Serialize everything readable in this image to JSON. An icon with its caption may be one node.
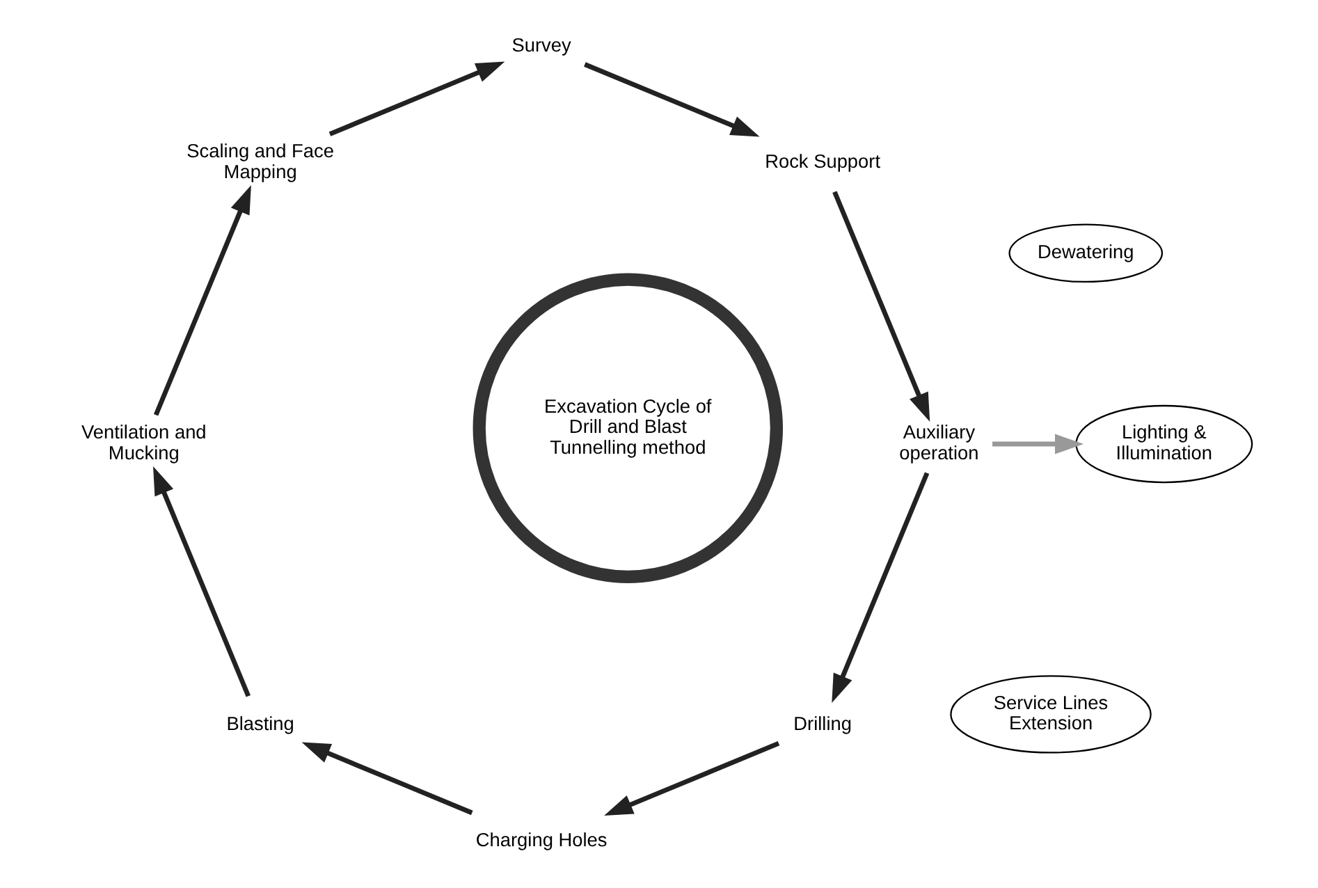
{
  "diagram": {
    "nodes": [
      {
        "text": [
          "Excavation Cycle of Drill and Blast Tunnelling method"
        ]
      },
      {
        "text": [
          "Drilling"
        ]
      },
      {
        "text": [
          "Charging Holes"
        ]
      },
      {
        "text": [
          "Blasting"
        ]
      },
      {
        "text": [
          "Ventilation and Mucking"
        ]
      },
      {
        "text": [
          "Scaling and Face Mapping"
        ]
      },
      {
        "text": [
          "Survey"
        ]
      },
      {
        "text": [
          "Rock Support"
        ]
      },
      {
        "text": [
          "Auxiliary operation"
        ]
      },
      {
        "text": [
          "Service Lines Extension"
        ]
      },
      {
        "text": [
          "Dewatering"
        ]
      },
      {
        "text": [
          "Lighting & Illumination"
        ]
      }
    ],
    "edges": [
      {
        "from": 8,
        "to": 1,
        "arrow": "to"
      },
      {
        "from": 1,
        "to": 2,
        "arrow": "to"
      },
      {
        "from": 2,
        "to": 3,
        "arrow": "to"
      },
      {
        "from": 3,
        "to": 4,
        "arrow": "to"
      },
      {
        "from": 4,
        "to": 5,
        "arrow": "to"
      },
      {
        "from": 5,
        "to": 6,
        "arrow": "to"
      },
      {
        "from": 6,
        "to": 7,
        "arrow": "to"
      },
      {
        "from": 7,
        "to": 8,
        "arrow": "to"
      },
      {
        "from": 8,
        "to": 11,
        "arrow": "to",
        "color": "#999999"
      }
    ]
  }
}
